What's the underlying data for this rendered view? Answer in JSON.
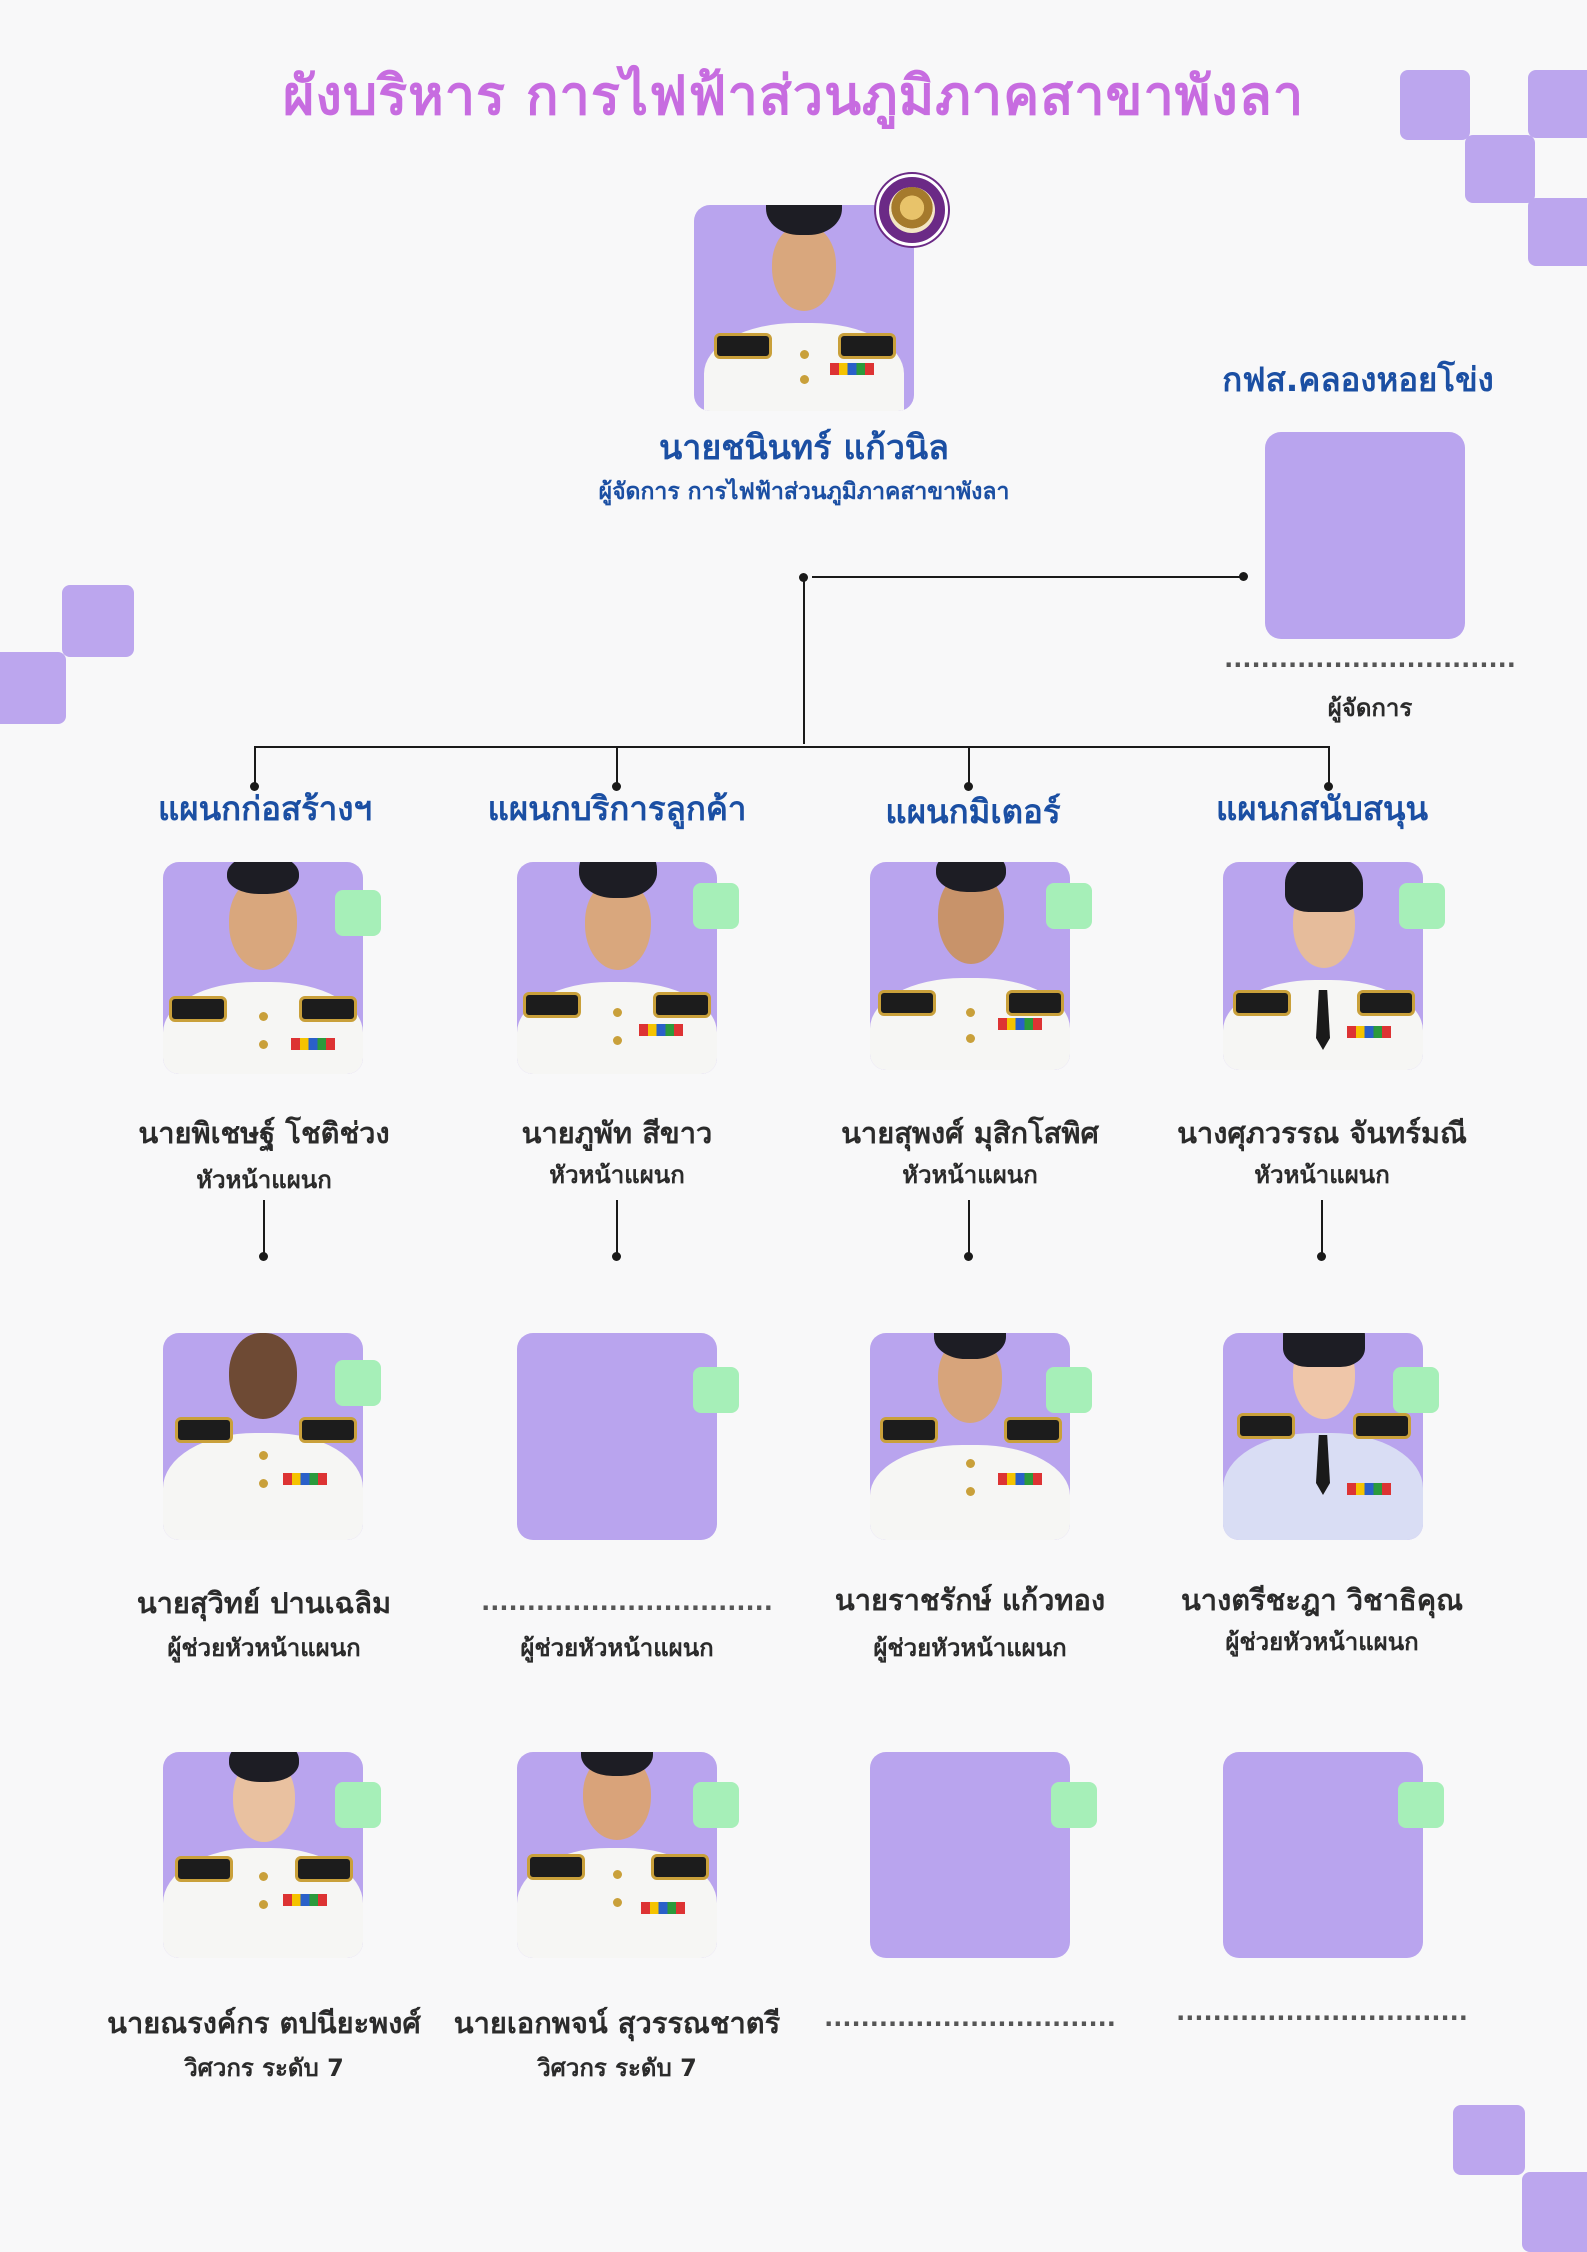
{
  "title": "ผังบริหาร การไฟฟ้าส่วนภูมิภาคสาขาพังลา",
  "manager": {
    "name": "นายชนินทร์ แก้วนิล",
    "role": "ผู้จัดการ การไฟฟ้าส่วนภูมิภาคสาขาพังลา"
  },
  "branch": {
    "title": "กฟส.คลองหอยโข่ง",
    "name": "................................",
    "role": "ผู้จัดการ"
  },
  "departments": [
    {
      "label": "แผนกก่อสร้างฯ",
      "head": {
        "name": "นายพิเชษฐ์ โชติช่วง",
        "role": "หัวหน้าแผนก"
      },
      "assistant": {
        "name": "นายสุวิทย์ ปานเฉลิม",
        "role": "ผู้ช่วยหัวหน้าแผนก"
      },
      "engineer": {
        "name": "นายณรงค์กร ตปนียะพงศ์",
        "role": "วิศวกร ระดับ 7"
      }
    },
    {
      "label": "แผนกบริการลูกค้า",
      "head": {
        "name": "นายภูพัท สีขาว",
        "role": "หัวหน้าแผนก"
      },
      "assistant": {
        "name": "................................",
        "role": "ผู้ช่วยหัวหน้าแผนก"
      },
      "engineer": {
        "name": "นายเอกพจน์ สุวรรณชาตรี",
        "role": "วิศวกร ระดับ 7"
      }
    },
    {
      "label": "แผนกมิเตอร์",
      "head": {
        "name": "นายสุพงศ์ มุสิกโสพิศ",
        "role": "หัวหน้าแผนก"
      },
      "assistant": {
        "name": "นายราชรักษ์ แก้วทอง",
        "role": "ผู้ช่วยหัวหน้าแผนก"
      },
      "engineer": {
        "name": "................................",
        "role": ""
      }
    },
    {
      "label": "แผนกสนับสนุน",
      "head": {
        "name": "นางศุภวรรณ จันทร์มณี",
        "role": "หัวหน้าแผนก"
      },
      "assistant": {
        "name": "นางตรีชะฎา วิชาธิคุณ",
        "role": "ผู้ช่วยหัวหน้าแผนก"
      },
      "engineer": {
        "name": "................................",
        "role": ""
      }
    }
  ],
  "colors": {
    "title": "#c76ce0",
    "heading_blue": "#1b4fa3",
    "photo_bg": "#b9a4ee",
    "accent_green": "#a6efb8",
    "decoration": "#bca6ee"
  },
  "icons": [
    "pea-seal-icon"
  ]
}
